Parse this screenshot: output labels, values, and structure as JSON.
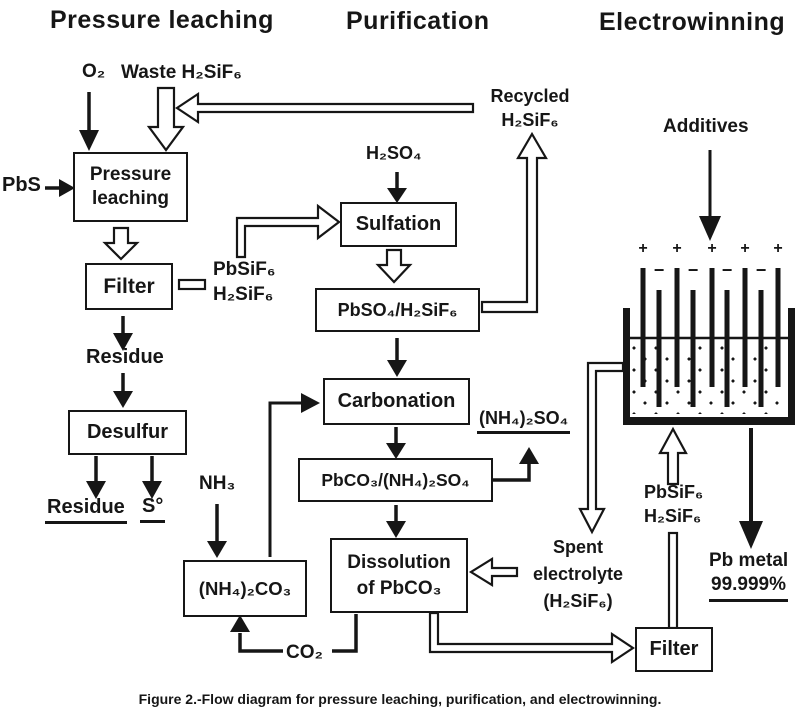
{
  "colors": {
    "ink": "#161616",
    "paper": "#ffffff"
  },
  "headers": {
    "col1": "Pressure leaching",
    "col2": "Purification",
    "col3": "Electrowinning"
  },
  "leaching": {
    "o2": "O₂",
    "waste_h2sif6": "Waste H₂SiF₆",
    "pbs": "PbS",
    "pressure_box_line1": "Pressure",
    "pressure_box_line2": "leaching",
    "filter_box": "Filter",
    "pbsif6": "PbSiF₆",
    "h2sif6": "H₂SiF₆",
    "residue_mid": "Residue",
    "desulfur_box": "Desulfur",
    "residue_out": "Residue",
    "sulfur_out": "S°"
  },
  "purification": {
    "h2so4": "H₂SO₄",
    "sulfation_box": "Sulfation",
    "recycled_line1": "Recycled",
    "recycled_line2": "H₂SiF₆",
    "pbso4_box": "PbSO₄/H₂SiF₆",
    "carbonation_box": "Carbonation",
    "ammonium_sulfate_out": "(NH₄)₂SO₄",
    "pbco3_box": "PbCO₃/(NH₄)₂SO₄",
    "nh3": "NH₃",
    "ammonium_carbonate_box": "(NH₄)₂CO₃",
    "dissolution_box_line1": "Dissolution",
    "dissolution_box_line2": "of PbCO₃",
    "co2": "CO₂"
  },
  "electrowinning": {
    "additives": "Additives",
    "cell": {
      "plus": "+",
      "minus": "−"
    },
    "spent_line1": "Spent",
    "spent_line2": "electrolyte",
    "spent_line3": "(H₂SiF₆)",
    "pbsif6": "PbSiF₆",
    "h2sif6": "H₂SiF₆",
    "pb_metal_line1": "Pb metal",
    "pb_metal_line2": "99.999%",
    "filter_box": "Filter"
  },
  "caption": "Figure 2.-Flow diagram for pressure leaching, purification, and electrowinning."
}
